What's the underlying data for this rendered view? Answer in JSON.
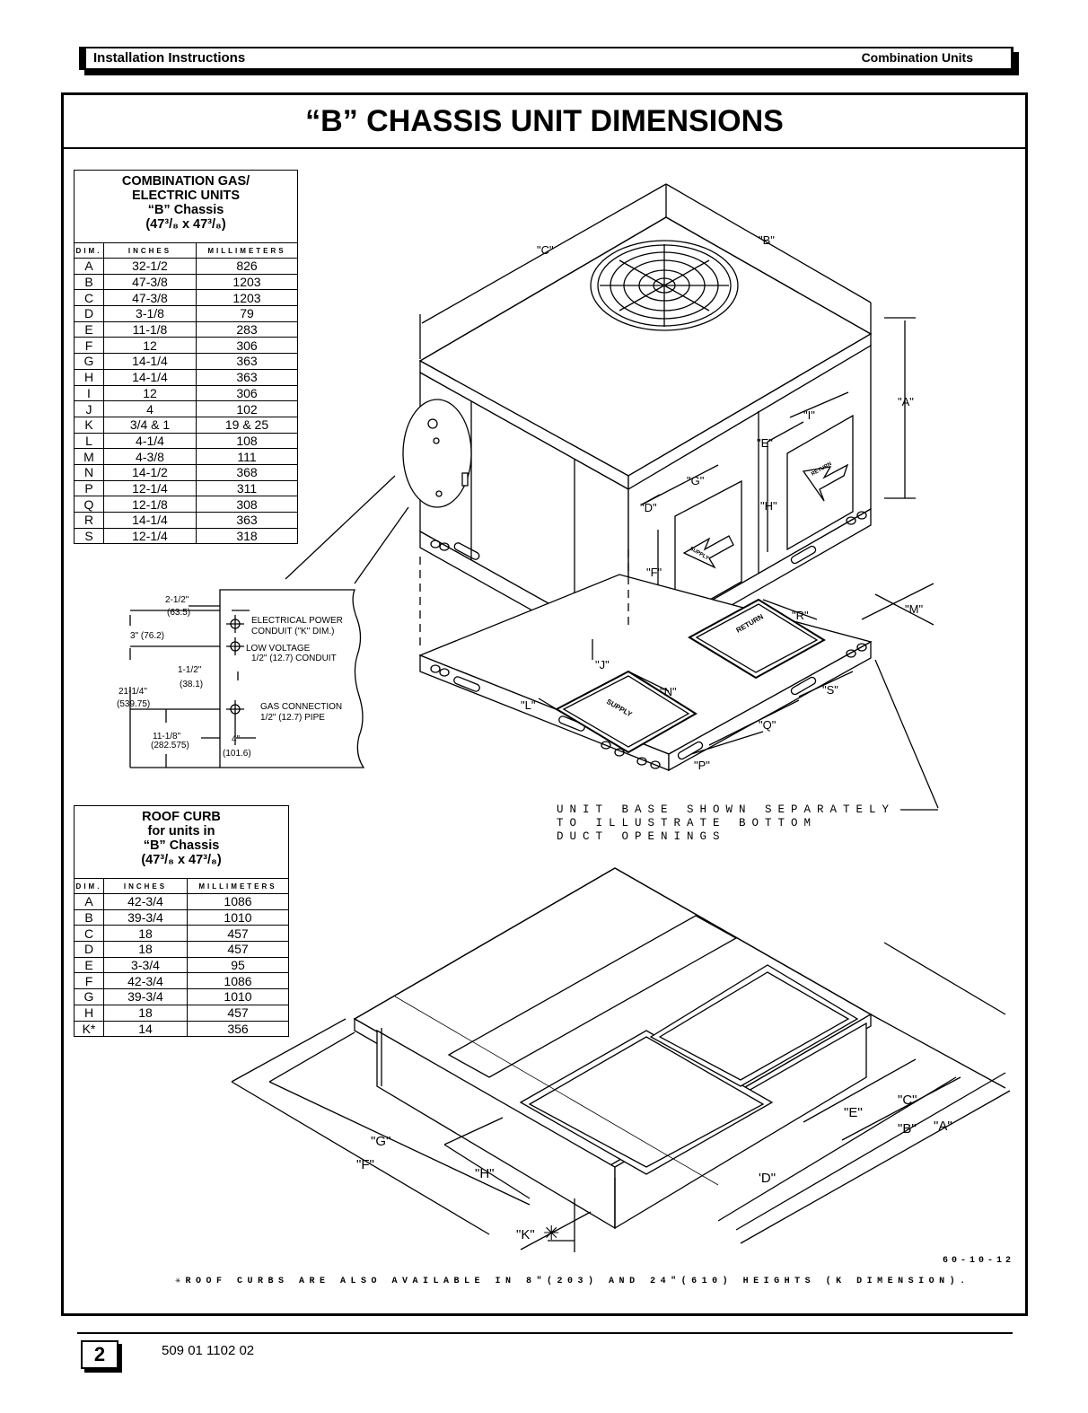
{
  "header": {
    "left": "Installation Instructions",
    "right": "Combination Units"
  },
  "title": "“B” CHASSIS UNIT DIMENSIONS",
  "unit_table": {
    "caption_lines": [
      "COMBINATION GAS/",
      "ELECTRIC UNITS",
      "“B” Chassis",
      "(47³/₈ x 47³/₈)"
    ],
    "columns": [
      "DIM.",
      "INCHES",
      "MILLIMETERS"
    ],
    "rows": [
      [
        "A",
        "32-1/2",
        "826"
      ],
      [
        "B",
        "47-3/8",
        "1203"
      ],
      [
        "C",
        "47-3/8",
        "1203"
      ],
      [
        "D",
        "3-1/8",
        "79"
      ],
      [
        "E",
        "11-1/8",
        "283"
      ],
      [
        "F",
        "12",
        "306"
      ],
      [
        "G",
        "14-1/4",
        "363"
      ],
      [
        "H",
        "14-1/4",
        "363"
      ],
      [
        "I",
        "12",
        "306"
      ],
      [
        "J",
        "4",
        "102"
      ],
      [
        "K",
        "3/4 & 1",
        "19 & 25"
      ],
      [
        "L",
        "4-1/4",
        "108"
      ],
      [
        "M",
        "4-3/8",
        "111"
      ],
      [
        "N",
        "14-1/2",
        "368"
      ],
      [
        "P",
        "12-1/4",
        "311"
      ],
      [
        "Q",
        "12-1/8",
        "308"
      ],
      [
        "R",
        "14-1/4",
        "363"
      ],
      [
        "S",
        "12-1/4",
        "318"
      ]
    ]
  },
  "curb_table": {
    "caption_lines": [
      "ROOF CURB",
      "for units in",
      "“B” Chassis",
      "(47³/₈ x 47³/₈)"
    ],
    "columns": [
      "DIM.",
      "INCHES",
      "MILLIMETERS"
    ],
    "rows": [
      [
        "A",
        "42-3/4",
        "1086"
      ],
      [
        "B",
        "39-3/4",
        "1010"
      ],
      [
        "C",
        "18",
        "457"
      ],
      [
        "D",
        "18",
        "457"
      ],
      [
        "E",
        "3-3/4",
        "95"
      ],
      [
        "F",
        "42-3/4",
        "1086"
      ],
      [
        "G",
        "39-3/4",
        "1010"
      ],
      [
        "H",
        "18",
        "457"
      ],
      [
        "K*",
        "14",
        "356"
      ]
    ]
  },
  "side_detail": {
    "d1": "2-1/2\"",
    "d1mm": "(63.5)",
    "d2": "3\" (76.2)",
    "d3": "1-1/2\"",
    "d3mm": "(38.1)",
    "d4": "21-1/4\"",
    "d4mm": "(539.75)",
    "d5": "11-1/8\"",
    "d5mm": "(282.575)",
    "d6": "4\"",
    "d6mm": "(101.6)",
    "elec1": "ELECTRICAL POWER",
    "elec2": "CONDUIT (\"K\" DIM.)",
    "lv1": "LOW VOLTAGE",
    "lv2": "1/2\" (12.7) CONDUIT",
    "gas1": "GAS CONNECTION",
    "gas2": "1/2\" (12.7) PIPE"
  },
  "unit_labels": {
    "A": "\"A\"",
    "B": "\"B\"",
    "C": "\"C\"",
    "D": "\"D\"",
    "E": "\"E\"",
    "F": "\"F\"",
    "G": "\"G\"",
    "H": "\"H\"",
    "I": "\"I\"",
    "J": "\"J\"",
    "L": "\"L\"",
    "M": "\"M\"",
    "N": "\"N\"",
    "P": "\"P\"",
    "Q": "\"Q\"",
    "R": "\"R\"",
    "S": "\"S\"",
    "supply": "SUPPLY",
    "return": "RETURN"
  },
  "base_note": [
    "UNIT BASE SHOWN SEPARATELY",
    "TO ILLUSTRATE BOTTOM",
    "DUCT OPENINGS"
  ],
  "curb_labels": {
    "A": "\"A\"",
    "B": "\"B\"",
    "C": "\"C\"",
    "D": "'D\"",
    "E": "\"E\"",
    "F": "\"F\"",
    "G": "\"G\"",
    "H": "\"H\"",
    "K": "\"K\""
  },
  "figure_number": "60-10-12",
  "footnote": "✳ROOF CURBS ARE ALSO AVAILABLE IN 8\"(203) AND 24\"(610) HEIGHTS (K DIMENSION).",
  "footer": {
    "page": "2",
    "doc_number": "509 01 1102 02"
  }
}
